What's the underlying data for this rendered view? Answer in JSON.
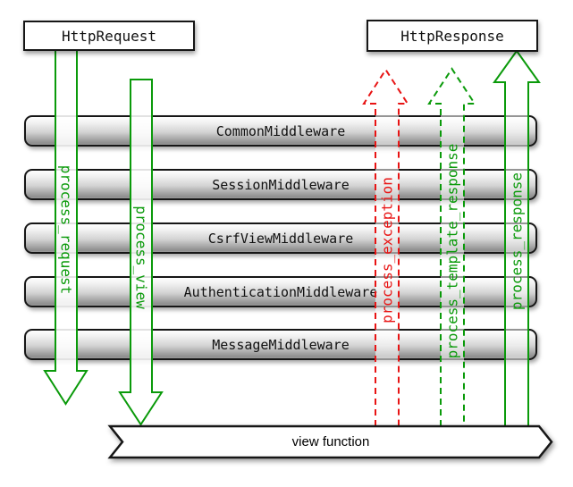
{
  "diagram": {
    "request_box": "HttpRequest",
    "response_box": "HttpResponse",
    "middlewares": [
      "CommonMiddleware",
      "SessionMiddleware",
      "CsrfViewMiddleware",
      "AuthenticationMiddleware",
      "MessageMiddleware"
    ],
    "flows": [
      {
        "label": "process_request",
        "direction": "down",
        "style": "solid",
        "color": "#0a9a0a"
      },
      {
        "label": "process_view",
        "direction": "down",
        "style": "solid",
        "color": "#0a9a0a"
      },
      {
        "label": "process_exception",
        "direction": "up",
        "style": "dashed",
        "color": "#e81414"
      },
      {
        "label": "process_template_response",
        "direction": "up",
        "style": "dashed",
        "color": "#0a9a0a"
      },
      {
        "label": "process_response",
        "direction": "up",
        "style": "solid",
        "color": "#0a9a0a"
      }
    ],
    "view_banner": "view function",
    "colors": {
      "green": "#0a9a0a",
      "red": "#e81414",
      "bar_border": "#161616"
    }
  }
}
